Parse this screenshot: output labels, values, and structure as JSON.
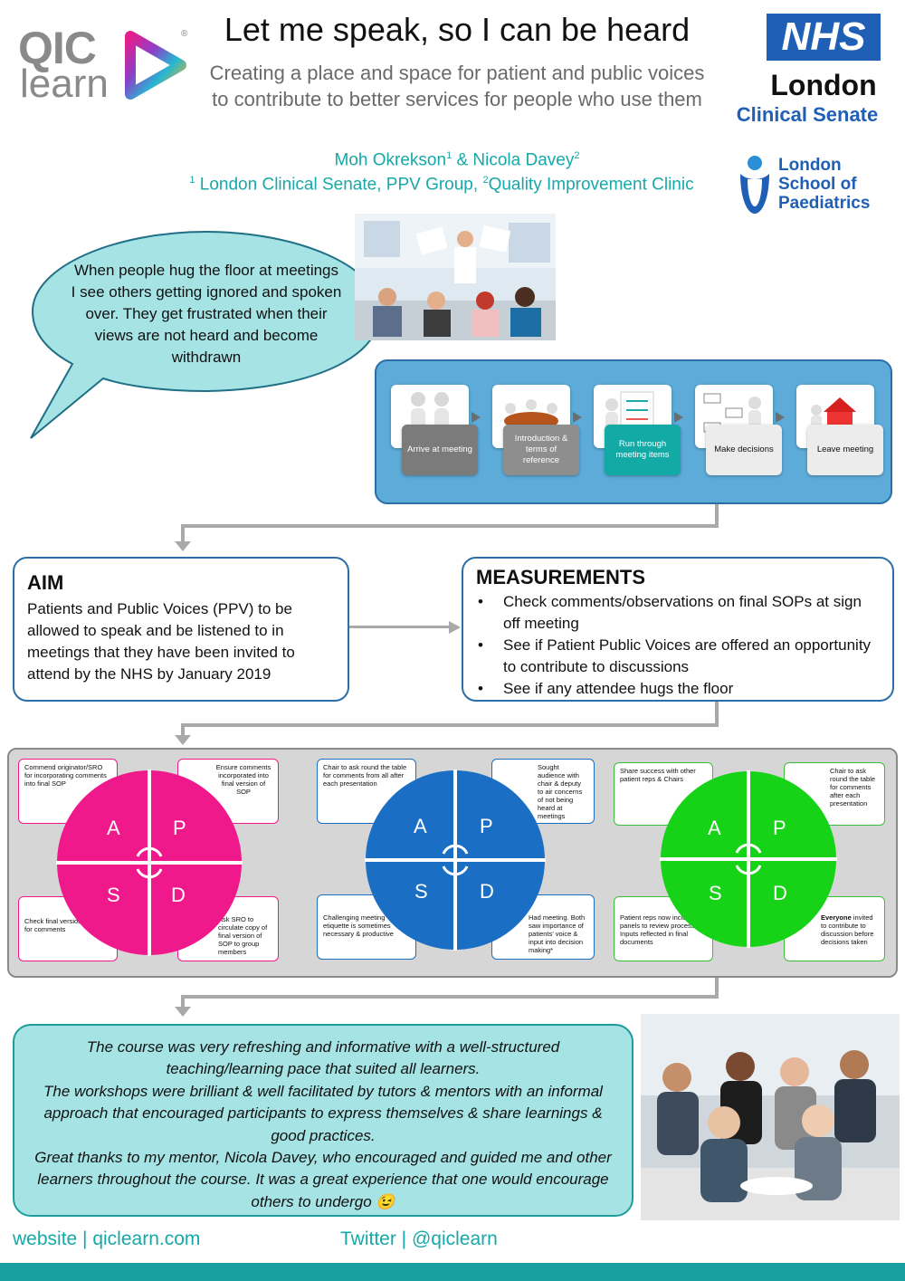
{
  "header": {
    "title": "Let me speak, so I can be heard",
    "subtitle": "Creating a place and space for patient and public voices to contribute to better services for people who use them",
    "authors": {
      "author1": "Moh Okrekson",
      "sup1": "1",
      "amp": " & ",
      "author2": "Nicola Davey",
      "sup2": "2"
    },
    "affiliation": {
      "sup1": "1",
      "part1": " London Clinical Senate, PPV Group, ",
      "sup2": "2",
      "part2": "Quality Improvement Clinic"
    }
  },
  "logos": {
    "qic_word1": "QIC",
    "qic_word2": "learn",
    "qic_reg": "®",
    "nhs": "NHS",
    "nhs_london": "London",
    "nhs_senate": "Clinical Senate",
    "lsp_line1": "London",
    "lsp_line2": "School of",
    "lsp_line3": "Paediatrics"
  },
  "bubble": {
    "text": "When people hug the floor at meetings I see others getting ignored and spoken over.  They get frustrated when their views are not heard and become withdrawn"
  },
  "process": {
    "steps": [
      {
        "label": "Arrive at meeting",
        "color": "#7b7b7b",
        "text_color": "#ffffff"
      },
      {
        "label": "Introduction & terms of reference",
        "color": "#8e8e8e",
        "text_color": "#ffffff"
      },
      {
        "label": "Run through meeting items",
        "color": "#13aaa6",
        "text_color": "#ffffff"
      },
      {
        "label": "Make decisions",
        "color": "#ececec",
        "text_color": "#111111"
      },
      {
        "label": "Leave meeting",
        "color": "#ececec",
        "text_color": "#111111"
      }
    ]
  },
  "aim": {
    "heading": "AIM",
    "text": "Patients and Public Voices (PPV) to be allowed to speak and be listened to in meetings that they have been invited to attend by the NHS by January 2019"
  },
  "measurements": {
    "heading": "MEASUREMENTS",
    "items": [
      "Check comments/observations on final SOPs at sign off meeting",
      "See if Patient Public Voices are offered an opportunity to contribute to discussions",
      "See if any attendee hugs the floor"
    ]
  },
  "pdsa": {
    "quadrants": {
      "a": "A",
      "p": "P",
      "s": "S",
      "d": "D"
    },
    "cycles": [
      {
        "color": "#f0198c",
        "border": "#f0198c",
        "a_note": "Commend originator/SRO for incorporating comments into final SOP",
        "p_note": "Ensure comments incorporated into final version of SOP",
        "s_note": "Check final version of SOP for comments",
        "d_note": "Ask SRO to circulate copy of final version of SOP to group members"
      },
      {
        "color": "#1a6fc4",
        "border": "#1a6fc4",
        "a_note": "Chair to ask round the table for comments from all after each presentation",
        "p_note": "Sought audience with chair & deputy to air concerns of not being heard at meetings",
        "s_note": "Challenging meeting etiquette is sometimes necessary & productive",
        "d_note": "Had meeting. Both saw importance of patients' voice & input into decision making*"
      },
      {
        "color": "#17d317",
        "border": "#3bbf3b",
        "a_note": "Share success with other patient reps & Chairs",
        "p_note": "Chair to ask round the table for comments after each presentation",
        "s_note": "Patient reps now included in panels to review processes. Inputs reflected in final documents",
        "d_bold": "Everyone",
        "d_note": " invited to contribute to discussion before decisions taken"
      }
    ]
  },
  "quote": {
    "line1": "The course was very refreshing and informative with a well-structured teaching/learning pace that suited all learners.",
    "line2": "The workshops were brilliant & well facilitated by tutors & mentors with an informal approach that encouraged participants to express themselves & share learnings & good practices.",
    "line3": "Great thanks to my mentor, Nicola Davey, who encouraged and guided me and other learners throughout the course. It was a great experience that one would encourage others to undergo",
    "emoji": "😉"
  },
  "footer": {
    "website": "website | qiclearn.com",
    "twitter": "Twitter  | @qiclearn"
  }
}
